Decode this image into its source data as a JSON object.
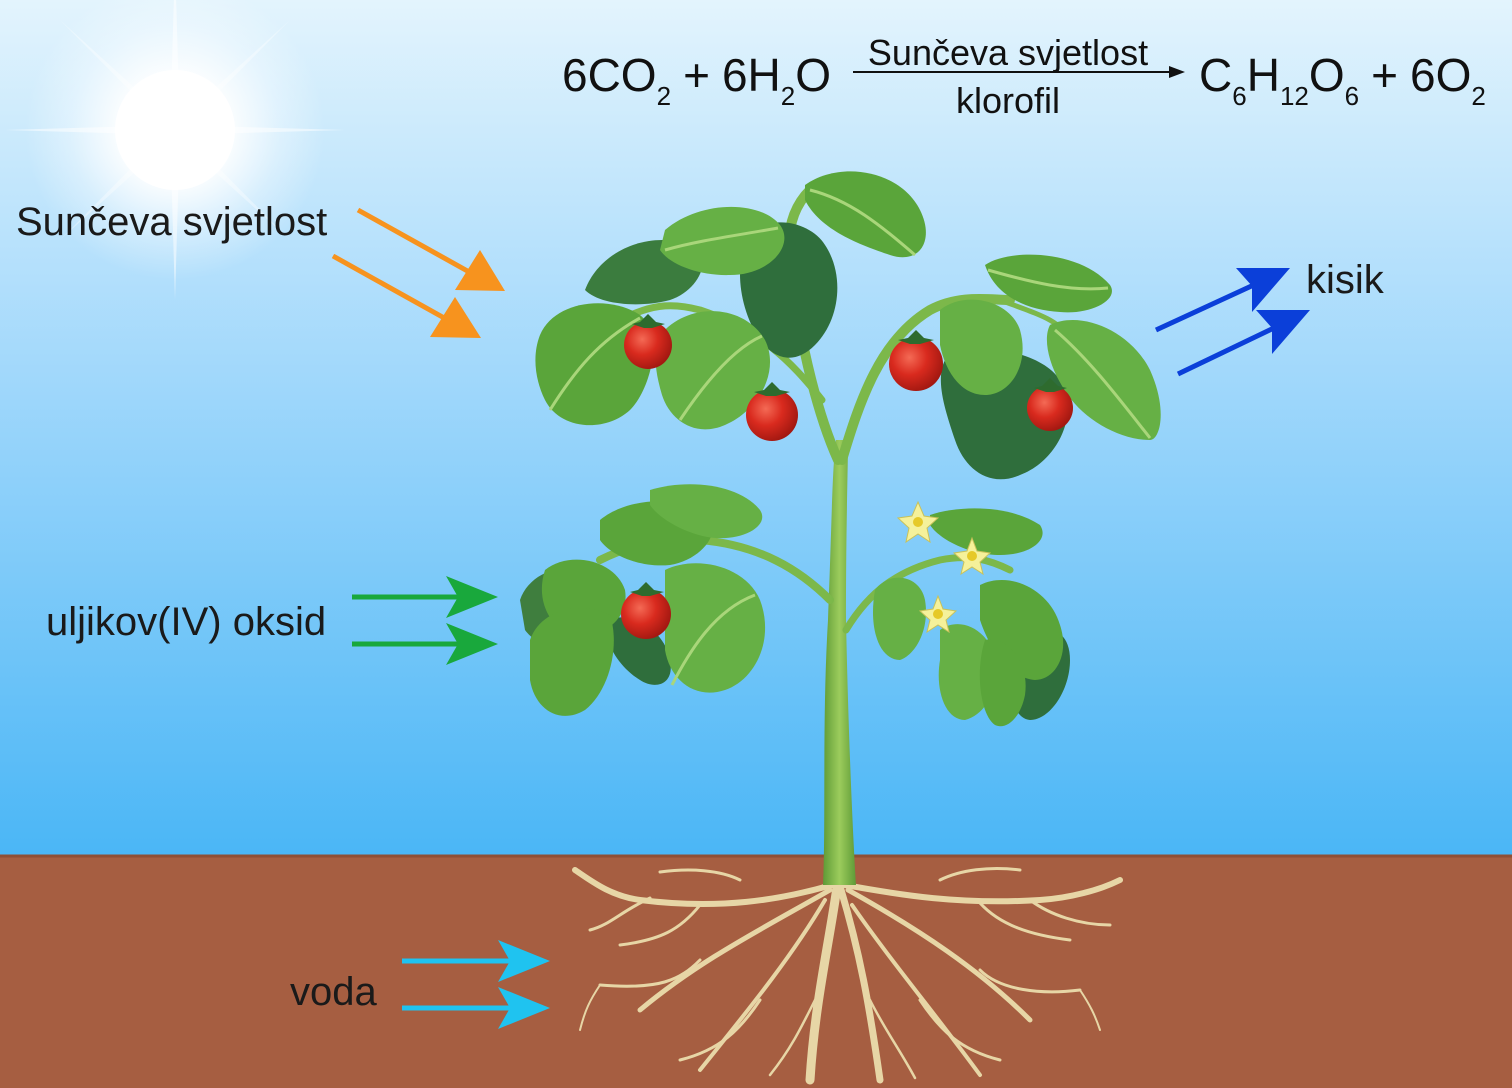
{
  "labels": {
    "sunlight": "Sunčeva svjetlost",
    "carbon_dioxide": "uljikov(IV) oksid",
    "water": "voda",
    "oxygen": "kisik"
  },
  "equation": {
    "reactant1_coef": "6CO",
    "reactant1_sub": "2",
    "plus1": "+",
    "reactant2_a": "6H",
    "reactant2_sub": "2",
    "reactant2_b": "O",
    "condition_top": "Sunčeva svjetlost",
    "condition_bottom": "klorofil",
    "product1_a": "C",
    "product1_sub1": "6",
    "product1_b": "H",
    "product1_sub2": "12",
    "product1_c": "O",
    "product1_sub3": "6",
    "plus2": "+",
    "product2": "6O",
    "product2_sub": "2"
  },
  "colors": {
    "sky_top": "#e3f4fd",
    "sky_bottom": "#4ab6f6",
    "soil": "#a65e41",
    "sunlight_arrow": "#f7931e",
    "co2_arrow": "#19a83c",
    "water_arrow": "#1fc3f0",
    "oxygen_arrow": "#0b3fd9",
    "leaf": "#5aa53a",
    "stem": "#79b84a",
    "tomato": "#d7261e",
    "root": "#e7d6a6"
  }
}
